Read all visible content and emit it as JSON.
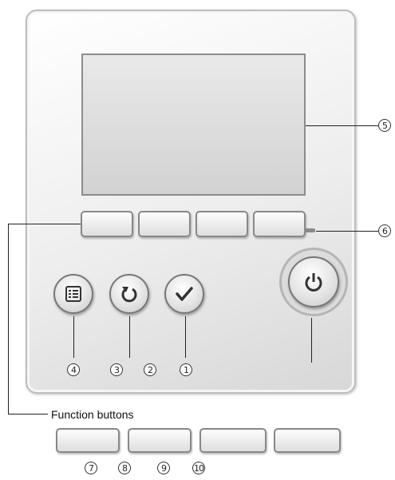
{
  "controller": {
    "screen_callout": "5",
    "led_callout": "6",
    "buttons": [
      {
        "callout": "4",
        "icon": "menu-icon"
      },
      {
        "callout": "3",
        "icon": "return-icon"
      },
      {
        "callout": "2",
        "icon": "select-icon"
      },
      {
        "callout": "1",
        "icon": "power-icon"
      }
    ]
  },
  "function_buttons": {
    "label": "Function buttons",
    "callouts": [
      "7",
      "8",
      "9",
      "10"
    ]
  },
  "colors": {
    "panel": "#e8e8e8",
    "screen": "#dcdcdc",
    "led": "#8a8a8a"
  }
}
